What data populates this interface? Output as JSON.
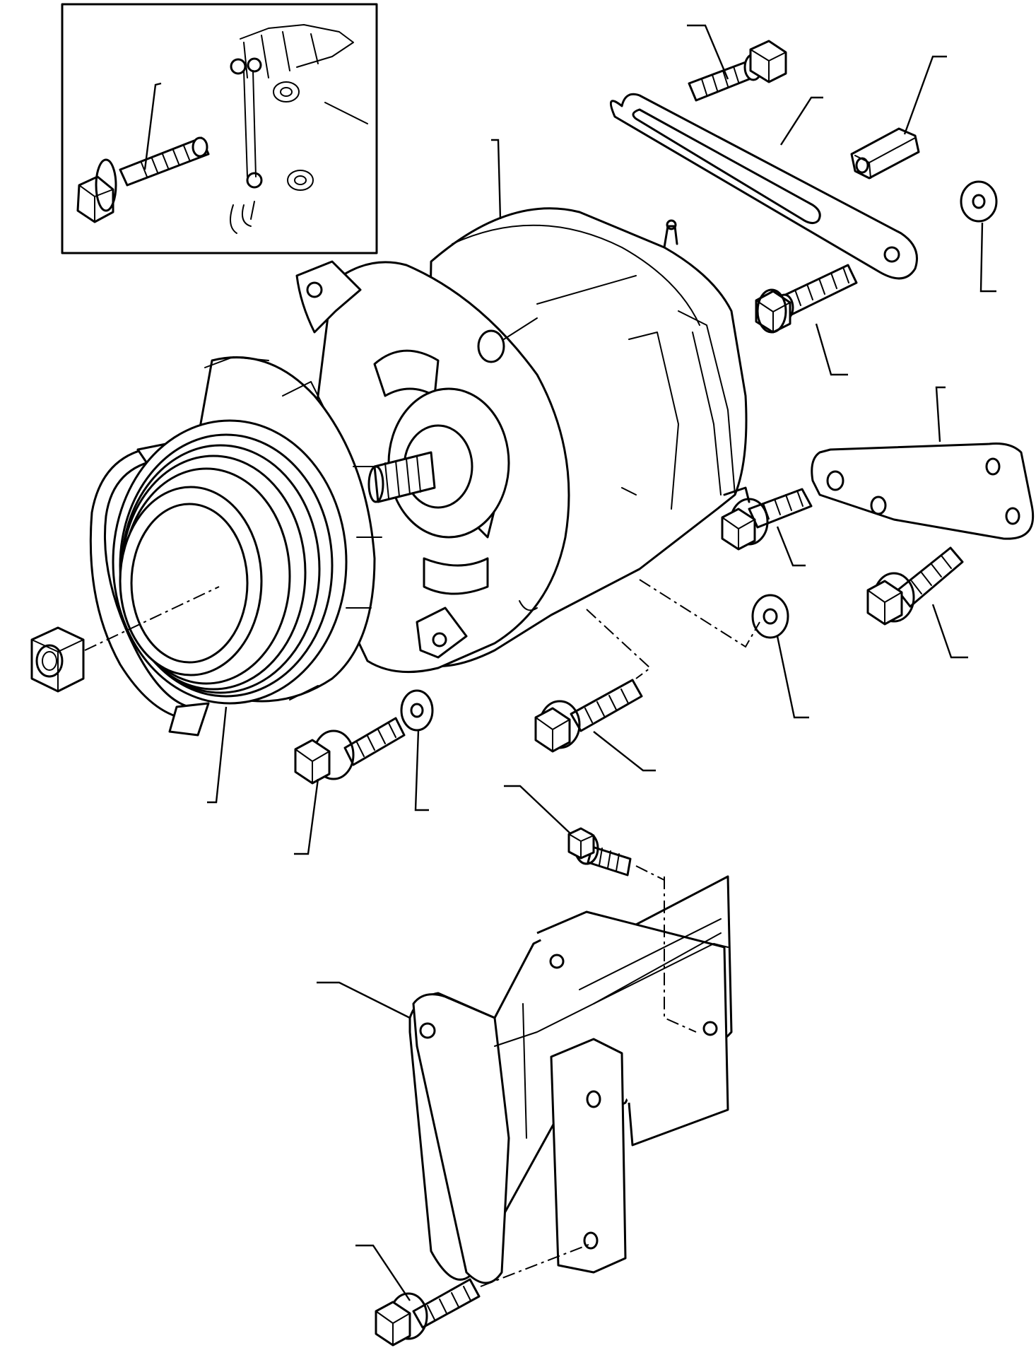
{
  "diagram": {
    "kind": "exploded-parts-view",
    "subject": "alternator-mounting-assembly",
    "callout_labels_printed": false,
    "parts": [
      {
        "id": "inset-detail",
        "icon": "inset-detail-frame"
      },
      {
        "id": "alternator",
        "icon": "alternator-icon"
      },
      {
        "id": "pulley",
        "icon": "pulley-icon"
      },
      {
        "id": "fan",
        "icon": "fan-icon"
      },
      {
        "id": "pulley-nut",
        "icon": "hex-nut-icon"
      },
      {
        "id": "adjusting-link",
        "icon": "slotted-link-icon"
      },
      {
        "id": "spacer",
        "icon": "hex-spacer-icon"
      },
      {
        "id": "washer",
        "icon": "washer-icon"
      },
      {
        "id": "support-plate",
        "icon": "plate-icon"
      },
      {
        "id": "mounting-bracket",
        "icon": "bracket-icon"
      },
      {
        "id": "cap-screw",
        "icon": "cap-screw-icon"
      }
    ]
  }
}
